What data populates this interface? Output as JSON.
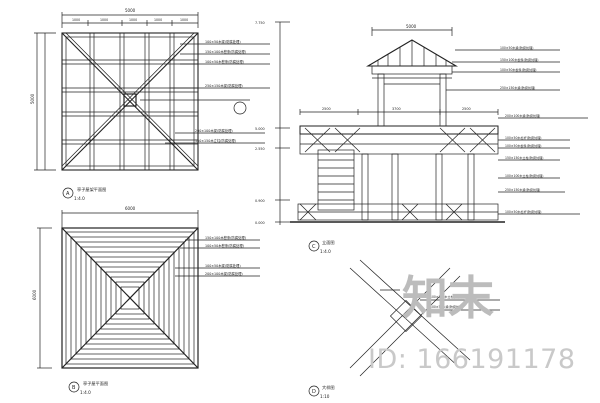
{
  "drawing": {
    "panel_a": {
      "letter": "A",
      "scale": "1:4.0",
      "title": "亭子屋架平面图",
      "dim_top": "5000",
      "dim_left": "5000",
      "dim_sub": [
        "1000",
        "1000",
        "1000",
        "1000",
        "1000"
      ]
    },
    "panel_b": {
      "letter": "B",
      "scale": "1:4.0",
      "title": "亭子屋平面图",
      "dim_top": "6000",
      "dim_left": "6000"
    },
    "panel_c": {
      "letter": "C",
      "scale": "1:4.0",
      "title": "立面图",
      "dim_top": "5000",
      "dim_mid": [
        "2500",
        "3700",
        "2500"
      ],
      "levels": [
        "7.750",
        "5.000",
        "2.550",
        "0.900",
        "0.000"
      ]
    },
    "panel_d": {
      "letter": "D",
      "scale": "1:10",
      "title": "大样图"
    },
    "callouts": [
      "100×50木梁(防腐处理)",
      "150×100木檩条(防腐处理)",
      "100×50木檩条(防腐处理)",
      "150×150木立柱(防腐处理)",
      "250×150木梁(防腐处理)",
      "200×100木梁(防腐处理)",
      "100×100木立柱(防腐处理)",
      "100×50木栏杆(防腐处理)"
    ],
    "watermark": {
      "logo": "知末",
      "id": "ID: 166191178"
    }
  }
}
